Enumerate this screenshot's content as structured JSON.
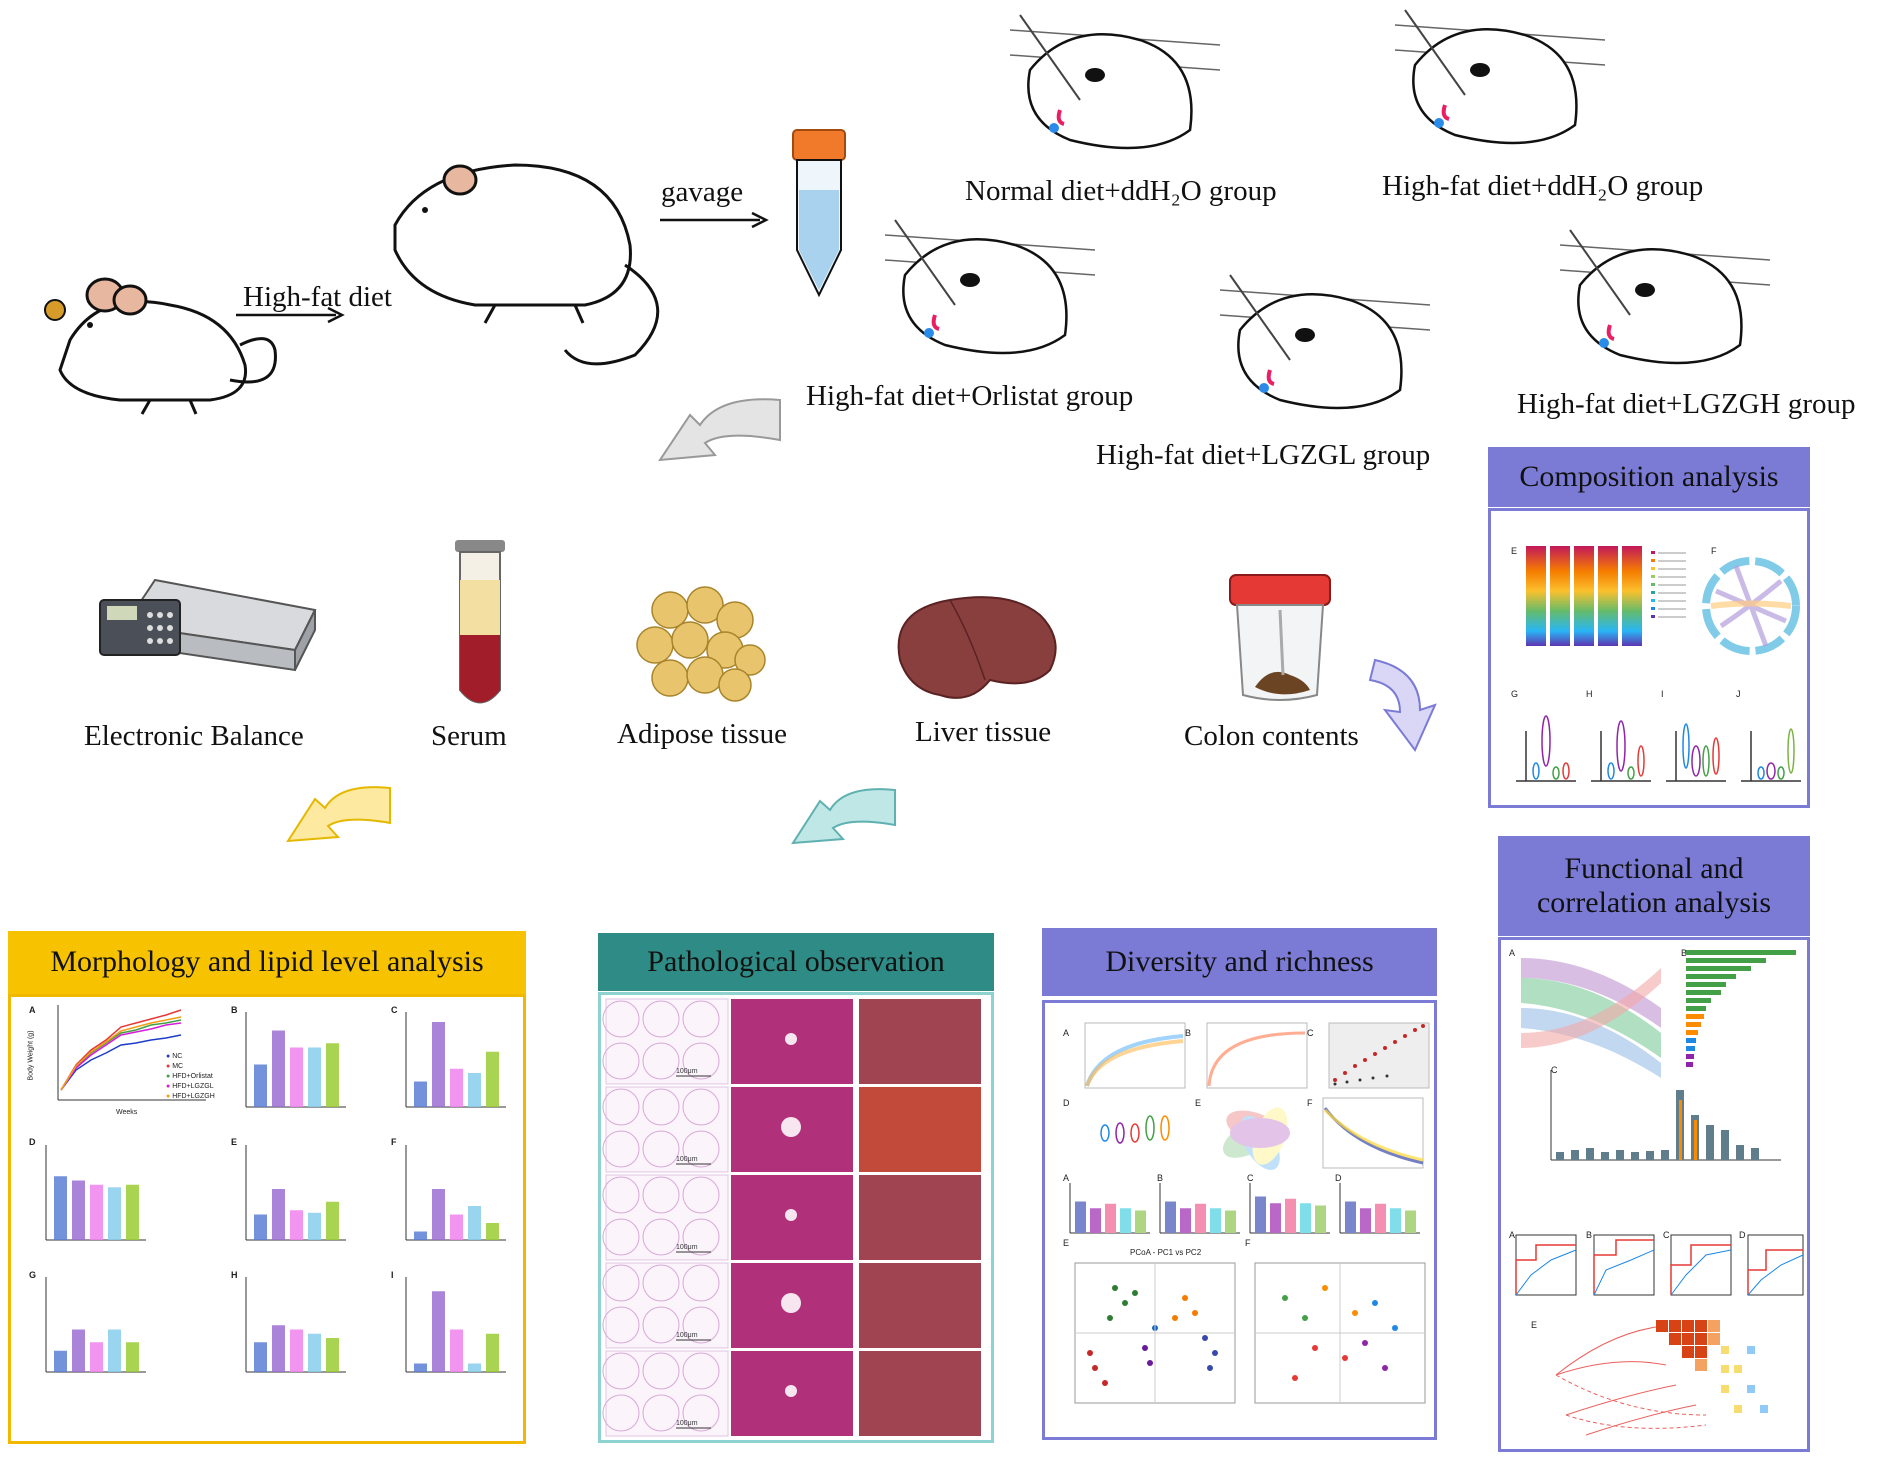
{
  "flow": {
    "high_fat_diet": "High-fat diet",
    "gavage": "gavage"
  },
  "groups": [
    "Normal diet+ddH₂O group",
    "High-fat diet+ddH₂O group",
    "High-fat diet+Orlistat group",
    "High-fat diet+LGZGL group",
    "High-fat diet+LGZGH group"
  ],
  "samples": [
    "Electronic Balance",
    "Serum",
    "Adipose tissue",
    "Liver tissue",
    "Colon contents"
  ],
  "panels": {
    "composition": "Composition analysis",
    "functional": "Functional and correlation analysis",
    "morphology": "Morphology and lipid level analysis",
    "pathology": "Pathological observation",
    "diversity": "Diversity and richness"
  },
  "morph_letters": [
    "A",
    "B",
    "C",
    "D",
    "E",
    "F",
    "G",
    "H",
    "I"
  ],
  "legend": [
    "NC",
    "MC",
    "HFD+Orlistat",
    "HFD+LGZGL",
    "HFD+LGZGH"
  ],
  "axis_labels": {
    "weeks": "Weeks",
    "body_weight": "Body Weight (g)"
  },
  "scale_label": "100μm",
  "pcoa_title": "PCoA - PC1 vs PC2",
  "comp_letters": [
    "E",
    "F",
    "G",
    "H",
    "I",
    "J"
  ],
  "div_letters": [
    "A",
    "B",
    "C",
    "D",
    "E",
    "F",
    "A",
    "B",
    "C",
    "D",
    "E",
    "F"
  ],
  "func_letters": [
    "A",
    "B",
    "C",
    "A",
    "B",
    "C",
    "D",
    "E"
  ],
  "colors": {
    "comp_header": "#7b7bd6",
    "morph_header": "#f7c300",
    "morph_border": "#f1b800",
    "path_header": "#2e8b85",
    "path_border": "#8fd3d0",
    "div_header": "#7b7bd6",
    "he_stain": "#b0307a",
    "masson_stain": "#a04452"
  }
}
